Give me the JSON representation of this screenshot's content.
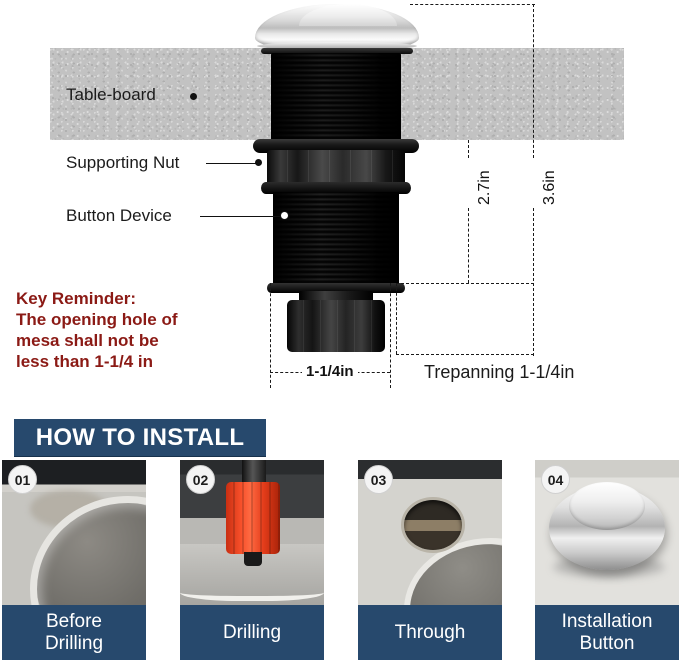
{
  "diagram": {
    "callouts": [
      {
        "label": "Table-board"
      },
      {
        "label": "Supporting Nut"
      },
      {
        "label": "Button Device"
      }
    ],
    "dimensions": {
      "height_inner": "2.7in",
      "height_outer": "3.6in",
      "width_bottom": "1-1/4in",
      "trepanning": "Trepanning 1-1/4in"
    },
    "reminder": {
      "line1": "Key Reminder:",
      "line2": "The opening hole of",
      "line3": "mesa shall not be",
      "line4": "less than 1-1/4 in",
      "color": "#8b1a15"
    }
  },
  "install": {
    "banner": "HOW TO INSTALL",
    "banner_color": "#27496d",
    "steps": [
      {
        "badge": "01",
        "caption_line1": "Before",
        "caption_line2": "Drilling"
      },
      {
        "badge": "02",
        "caption_line1": "Drilling",
        "caption_line2": ""
      },
      {
        "badge": "03",
        "caption_line1": "Through",
        "caption_line2": ""
      },
      {
        "badge": "04",
        "caption_line1": "Installation",
        "caption_line2": "Button"
      }
    ]
  }
}
